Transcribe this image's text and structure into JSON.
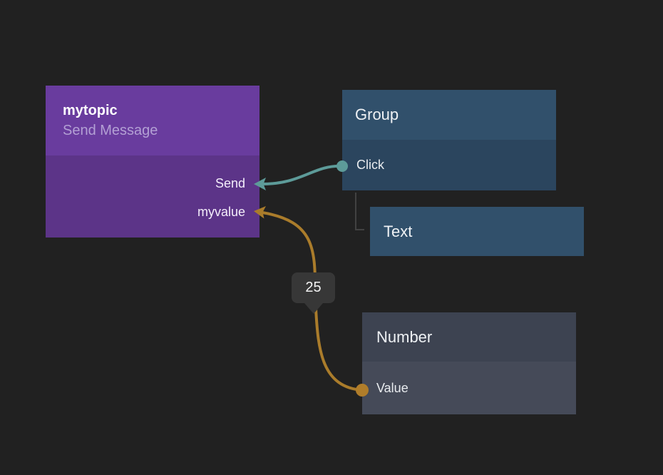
{
  "canvas": {
    "background": "#212121"
  },
  "nodes": {
    "mytopic": {
      "title": "mytopic",
      "subtitle": "Send Message",
      "header_color": "#693c9e",
      "body_color": "#5c3488",
      "subtitle_color": "#b3a0d4",
      "inputs": [
        {
          "label": "Send"
        },
        {
          "label": "myvalue"
        }
      ]
    },
    "group": {
      "title": "Group",
      "header_color": "#31506b",
      "body_color": "#2b455e",
      "outputs": [
        {
          "label": "Click",
          "port_color": "#5d9b99"
        }
      ]
    },
    "text": {
      "title": "Text",
      "color": "#31506b"
    },
    "number": {
      "title": "Number",
      "header_color": "#3d4351",
      "body_color": "#454a58",
      "outputs": [
        {
          "label": "Value",
          "port_color": "#b07d2a"
        }
      ]
    }
  },
  "connections": [
    {
      "from": "Group.Click",
      "to": "mytopic.Send",
      "color": "#5d9b99"
    },
    {
      "from": "Number.Value",
      "to": "mytopic.myvalue",
      "color": "#aa7c2b"
    }
  ],
  "hierarchy": {
    "parent": "Group",
    "child": "Text",
    "line_color": "#424242"
  },
  "value_badge": {
    "text": "25",
    "background": "#373737"
  }
}
